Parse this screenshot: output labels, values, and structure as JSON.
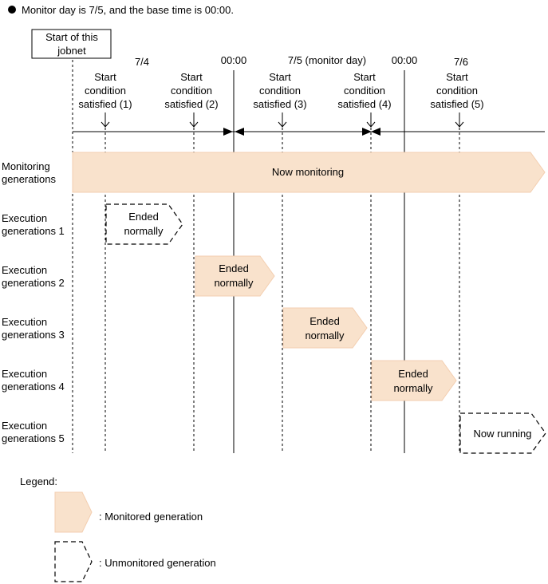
{
  "note": "Monitor day is 7/5, and the base time is 00:00.",
  "start_box": [
    "Start of this",
    "jobnet"
  ],
  "dates": {
    "d74": "7/4",
    "t0000a": "00:00",
    "d75": "7/5 (monitor day)",
    "t0000b": "00:00",
    "d76": "7/6"
  },
  "conditions": [
    [
      "Start",
      "condition",
      "satisfied (1)"
    ],
    [
      "Start",
      "condition",
      "satisfied (2)"
    ],
    [
      "Start",
      "condition",
      "satisfied (3)"
    ],
    [
      "Start",
      "condition",
      "satisfied (4)"
    ],
    [
      "Start",
      "condition",
      "satisfied (5)"
    ]
  ],
  "rows": [
    {
      "label": [
        "Monitoring",
        "generations"
      ],
      "text": [
        "Now monitoring"
      ],
      "monitored": true
    },
    {
      "label": [
        "Execution",
        "generations 1"
      ],
      "text": [
        "Ended",
        "normally"
      ],
      "monitored": false
    },
    {
      "label": [
        "Execution",
        "generations 2"
      ],
      "text": [
        "Ended",
        "normally"
      ],
      "monitored": true
    },
    {
      "label": [
        "Execution",
        "generations 3"
      ],
      "text": [
        "Ended",
        "normally"
      ],
      "monitored": true
    },
    {
      "label": [
        "Execution",
        "generations 4"
      ],
      "text": [
        "Ended",
        "normally"
      ],
      "monitored": true
    },
    {
      "label": [
        "Execution",
        "generations 5"
      ],
      "text": [
        "Now running"
      ],
      "monitored": false
    }
  ],
  "legend": {
    "title": "Legend:",
    "monitored": ": Monitored generation",
    "unmonitored": ": Unmonitored generation"
  },
  "colors": {
    "monitored_fill": "#f9e2cc",
    "monitored_stroke": "#f3ceb0",
    "line": "#000000"
  }
}
